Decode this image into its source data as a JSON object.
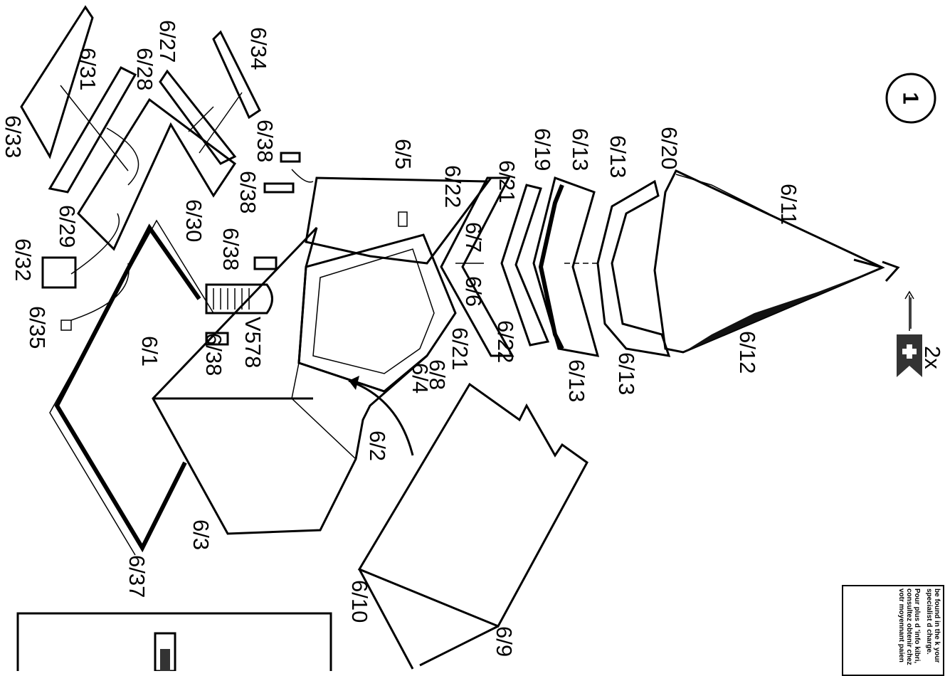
{
  "step_number": "1",
  "multiplier_label": "2x",
  "part_labels": [
    "6/33",
    "6/31",
    "6/28",
    "6/27",
    "6/34",
    "6/38",
    "6/38",
    "6/38",
    "6/38",
    "6/30",
    "6/29",
    "6/32",
    "6/35",
    "6/5",
    "6/22",
    "6/21",
    "6/19",
    "6/13",
    "6/13",
    "6/20",
    "6/11",
    "6/12",
    "6/13",
    "6/13",
    "6/22",
    "6/21",
    "6/7",
    "6/6",
    "6/8",
    "6/4",
    "6/2",
    "6/1",
    "6/3",
    "6/37",
    "6/10",
    "6/9",
    "V578"
  ],
  "notes": {
    "english_fragment": "be found in the k your specialist d charge.",
    "french_fragment": "Pour plus d 'info kibri, consultez obtenir chez votr moyennant paien"
  }
}
